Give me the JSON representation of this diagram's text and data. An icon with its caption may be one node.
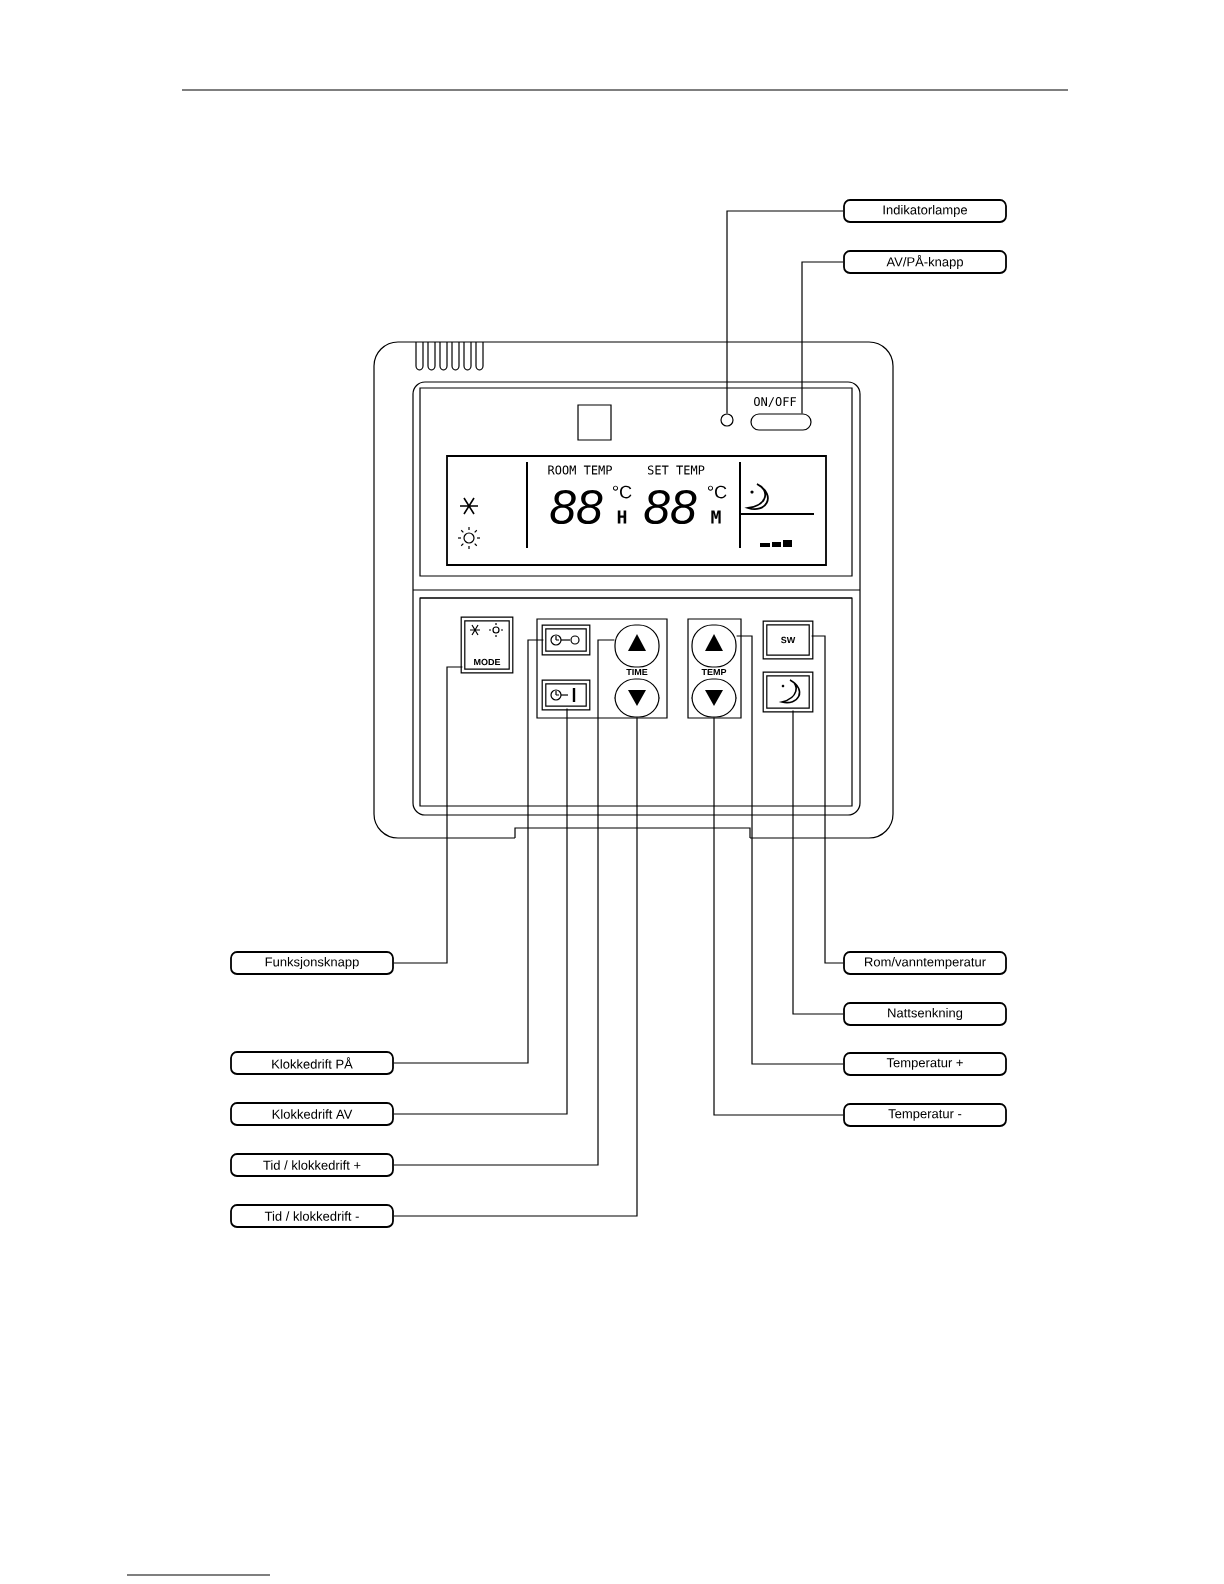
{
  "diagram": {
    "nodes": [
      {
        "text": [
          "Indikatorlampe"
        ]
      },
      {
        "text": [
          "AV/PÅ-knapp"
        ]
      },
      {
        "text": [],
        "shape": "circle"
      },
      {
        "text": [
          "ON/OFF"
        ]
      },
      {
        "text": [
          "MODE"
        ]
      },
      {
        "text": [],
        "shape": "box"
      },
      {
        "text": [],
        "shape": "box"
      },
      {
        "text": [],
        "shape": "box"
      },
      {
        "text": [
          "SW"
        ]
      },
      {
        "text": [],
        "shape": "box"
      },
      {
        "text": [],
        "shape": "box"
      },
      {
        "text": [],
        "shape": "box"
      },
      {
        "text": [],
        "shape": "box"
      },
      {
        "text": [
          "Funksjonsknapp"
        ]
      },
      {
        "text": [
          "Rom/vanntemperatur"
        ]
      },
      {
        "text": [
          "Nattsenkning"
        ]
      },
      {
        "text": [
          "Klokkedrift PÅ"
        ]
      },
      {
        "text": [
          "Temperatur +"
        ]
      },
      {
        "text": [
          "Klokkedrift AV"
        ]
      },
      {
        "text": [
          "Temperatur -"
        ]
      },
      {
        "text": [
          "Tid / klokkedrift  +"
        ]
      },
      {
        "text": [
          "Tid / klokkedrift  -"
        ]
      }
    ],
    "edges": [
      {
        "from": 0,
        "to": 2,
        "arrow": "none"
      },
      {
        "from": 1,
        "to": 3,
        "arrow": "none"
      },
      {
        "from": 13,
        "to": 4,
        "arrow": "none"
      },
      {
        "from": 14,
        "to": 8,
        "arrow": "none"
      },
      {
        "from": 15,
        "to": 12,
        "arrow": "none"
      },
      {
        "from": 16,
        "to": 5,
        "arrow": "none"
      },
      {
        "from": 17,
        "to": 7,
        "arrow": "none"
      },
      {
        "from": 18,
        "to": 9,
        "arrow": "none"
      },
      {
        "from": 19,
        "to": 11,
        "arrow": "none"
      },
      {
        "from": 20,
        "to": 6,
        "arrow": "none"
      },
      {
        "from": 21,
        "to": 10,
        "arrow": "none"
      }
    ],
    "labels": [
      "ROOM TEMP",
      "SET TEMP",
      "88",
      "°C",
      "H",
      "88",
      "°C",
      "M",
      "TIME",
      "TEMP"
    ]
  }
}
